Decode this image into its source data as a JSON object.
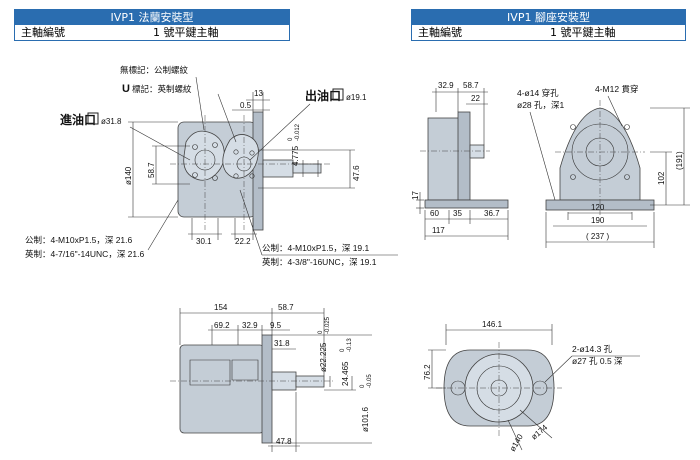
{
  "headers": {
    "flange": {
      "title": "IVP1 法蘭安裝型",
      "col1": "主軸編號",
      "col2": "1 號平鍵主軸"
    },
    "foot": {
      "title": "IVP1 腳座安裝型",
      "col1": "主軸編號",
      "col2": "1 號平鍵主軸"
    }
  },
  "flange_view": {
    "note_metric_thread": "無標記：公制螺紋",
    "note_u_prefix": "U",
    "note_u_thread": "標記：英制螺紋",
    "inlet_label": "進油口",
    "inlet_dia": "ø31.8",
    "outlet_label": "出油口",
    "outlet_dia": "ø19.1",
    "dim_13": "13",
    "dim_0_5": "0.5",
    "dim_4775_a": "4.775",
    "dim_4775_b": "0",
    "dim_4775_c": "-0.012",
    "dim_140": "ø140",
    "dim_58_7": "58.7",
    "dim_47_6": "47.6",
    "dim_30_1": "30.1",
    "dim_22_2": "22.2",
    "inlet_metric": "公制：4-M10xP1.5，深 21.6",
    "inlet_imperial": "英制：4-7/16\"-14UNC，深 21.6",
    "outlet_metric": "公制：4-M10xP1.5，深 19.1",
    "outlet_imperial": "英制：4-3/8\"-16UNC，深 19.1"
  },
  "foot_view": {
    "dim_32_9": "32.9",
    "dim_58_7": "58.7",
    "dim_22": "22",
    "hole_1": "4-ø14 穿孔",
    "hole_2": "ø28 孔，深1",
    "hole_3": "4-M12 貫穿",
    "dim_17": "17",
    "dim_60": "60",
    "dim_35": "35",
    "dim_36_7": "36.7",
    "dim_117": "117",
    "dim_102": "102",
    "dim_191": "(191)",
    "dim_120": "120",
    "dim_190": "190",
    "dim_237": "( 237 )"
  },
  "side_view": {
    "dim_154": "154",
    "dim_58_7": "58.7",
    "dim_69_2": "69.2",
    "dim_32_9": "32.9",
    "dim_9_5": "9.5",
    "dim_31_8": "31.8",
    "dim_22225": "ø22.225",
    "tol_22225_a": "0",
    "tol_22225_b": "-0.025",
    "dim_24465": "24.465",
    "tol_24465_a": "0",
    "tol_24465_b": "-0.13",
    "dim_101_6": "ø101.6",
    "tol_101_6_a": "0",
    "tol_101_6_b": "-0.05",
    "dim_47_8": "47.8"
  },
  "front_view": {
    "dim_146_1": "146.1",
    "hole_1": "2-ø14.3 孔",
    "hole_2": "ø27 孔 0.5 深",
    "dim_76_2": "76.2",
    "dim_174": "ø174",
    "dim_140": "ø140"
  }
}
